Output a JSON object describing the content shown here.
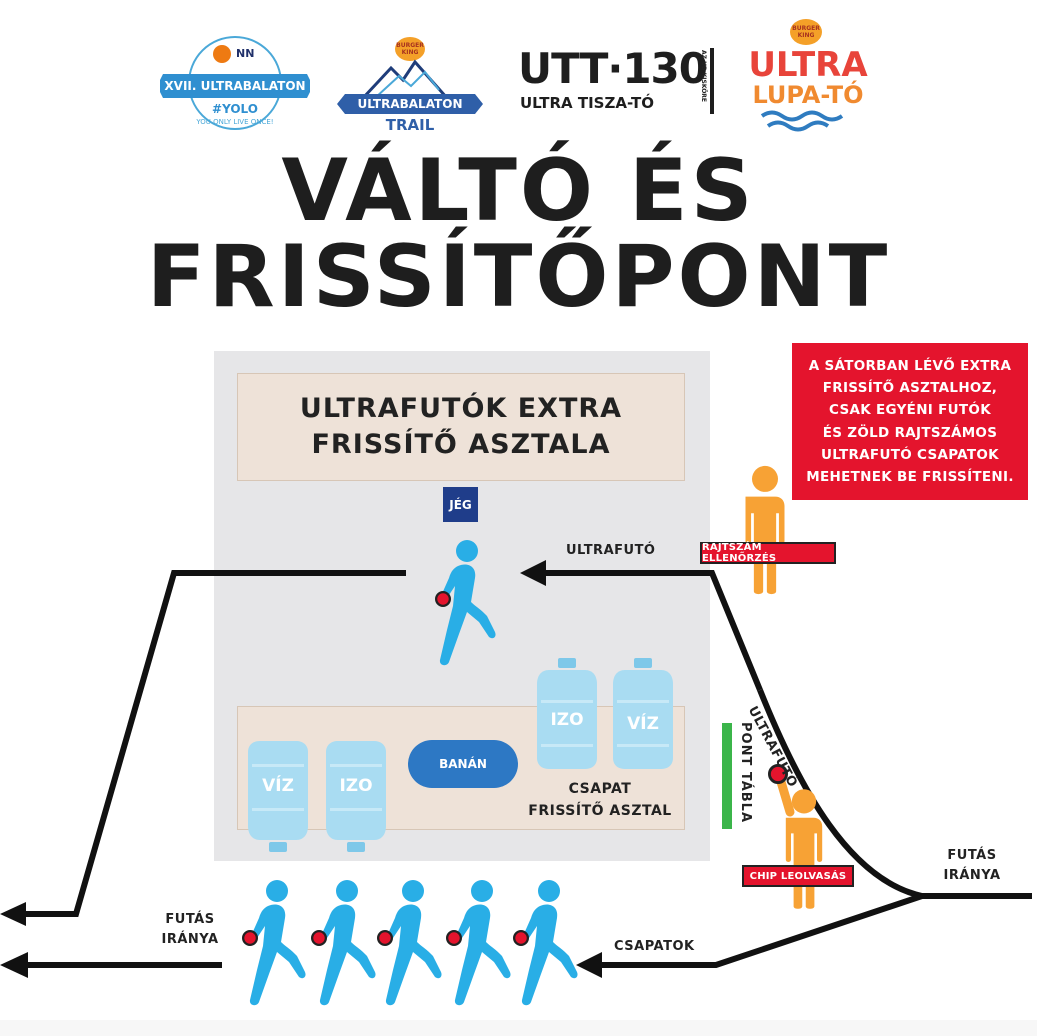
{
  "logos": {
    "nn": {
      "brand": "NN",
      "name": "XVII. ULTRABALATON",
      "tag": "#YOLO",
      "motto": "YOU ONLY LIVE ONCE!"
    },
    "trail": {
      "bk": "BURGER KING",
      "name": "ULTRABALATON",
      "sub": "TRAIL"
    },
    "utt": {
      "name": "UTT·130",
      "vertical": "AZ UB KISKÖRE",
      "sub": "ULTRA TISZA-TÓ"
    },
    "lupa": {
      "bk": "BURGER KING",
      "line1": "ULTRA",
      "line2": "LUPA-TÓ"
    }
  },
  "title": "VÁLTÓ ÉS FRISSÍTŐPONT",
  "extra_table": {
    "line1": "ULTRAFUTÓK EXTRA",
    "line2": "FRISSÍTŐ ASZTALA"
  },
  "jeg": "JÉG",
  "notice": {
    "lines": [
      "A SÁTORBAN LÉVŐ EXTRA",
      "FRISSÍTŐ ASZTALHOZ,",
      "CSAK EGYÉNI FUTÓK",
      "ÉS ZÖLD RAJTSZÁMOS",
      "ULTRAFUTÓ CSAPATOK",
      "MEHETNEK BE FRISSÍTENI."
    ]
  },
  "labels": {
    "ultrafuto_top": "ULTRAFUTÓ",
    "rajtszam": "RAJTSZÁM ELLENŐRZÉS",
    "ultrafuto_diag": "ULTRAFUTÓ",
    "pont_tabla": "PONT TÁBLA",
    "chip": "CHIP LEOLVASÁS",
    "futas_right_1": "FUTÁS",
    "futas_right_2": "IRÁNYA",
    "futas_left_1": "FUTÁS",
    "futas_left_2": "IRÁNYA",
    "csapatok": "CSAPATOK",
    "team_table_1": "CSAPAT",
    "team_table_2": "FRISSÍTŐ ASZTAL"
  },
  "bottles": {
    "viz1": "VÍZ",
    "izo1": "IZO",
    "izo2": "IZO",
    "viz2": "VÍZ"
  },
  "banan": "BANÁN",
  "colors": {
    "red": "#e4142d",
    "blue_runner": "#29aee6",
    "orange_person": "#f7a235",
    "green_board": "#3bb54a",
    "navy": "#1f3d8a",
    "bottle": "#a9dcf2"
  }
}
